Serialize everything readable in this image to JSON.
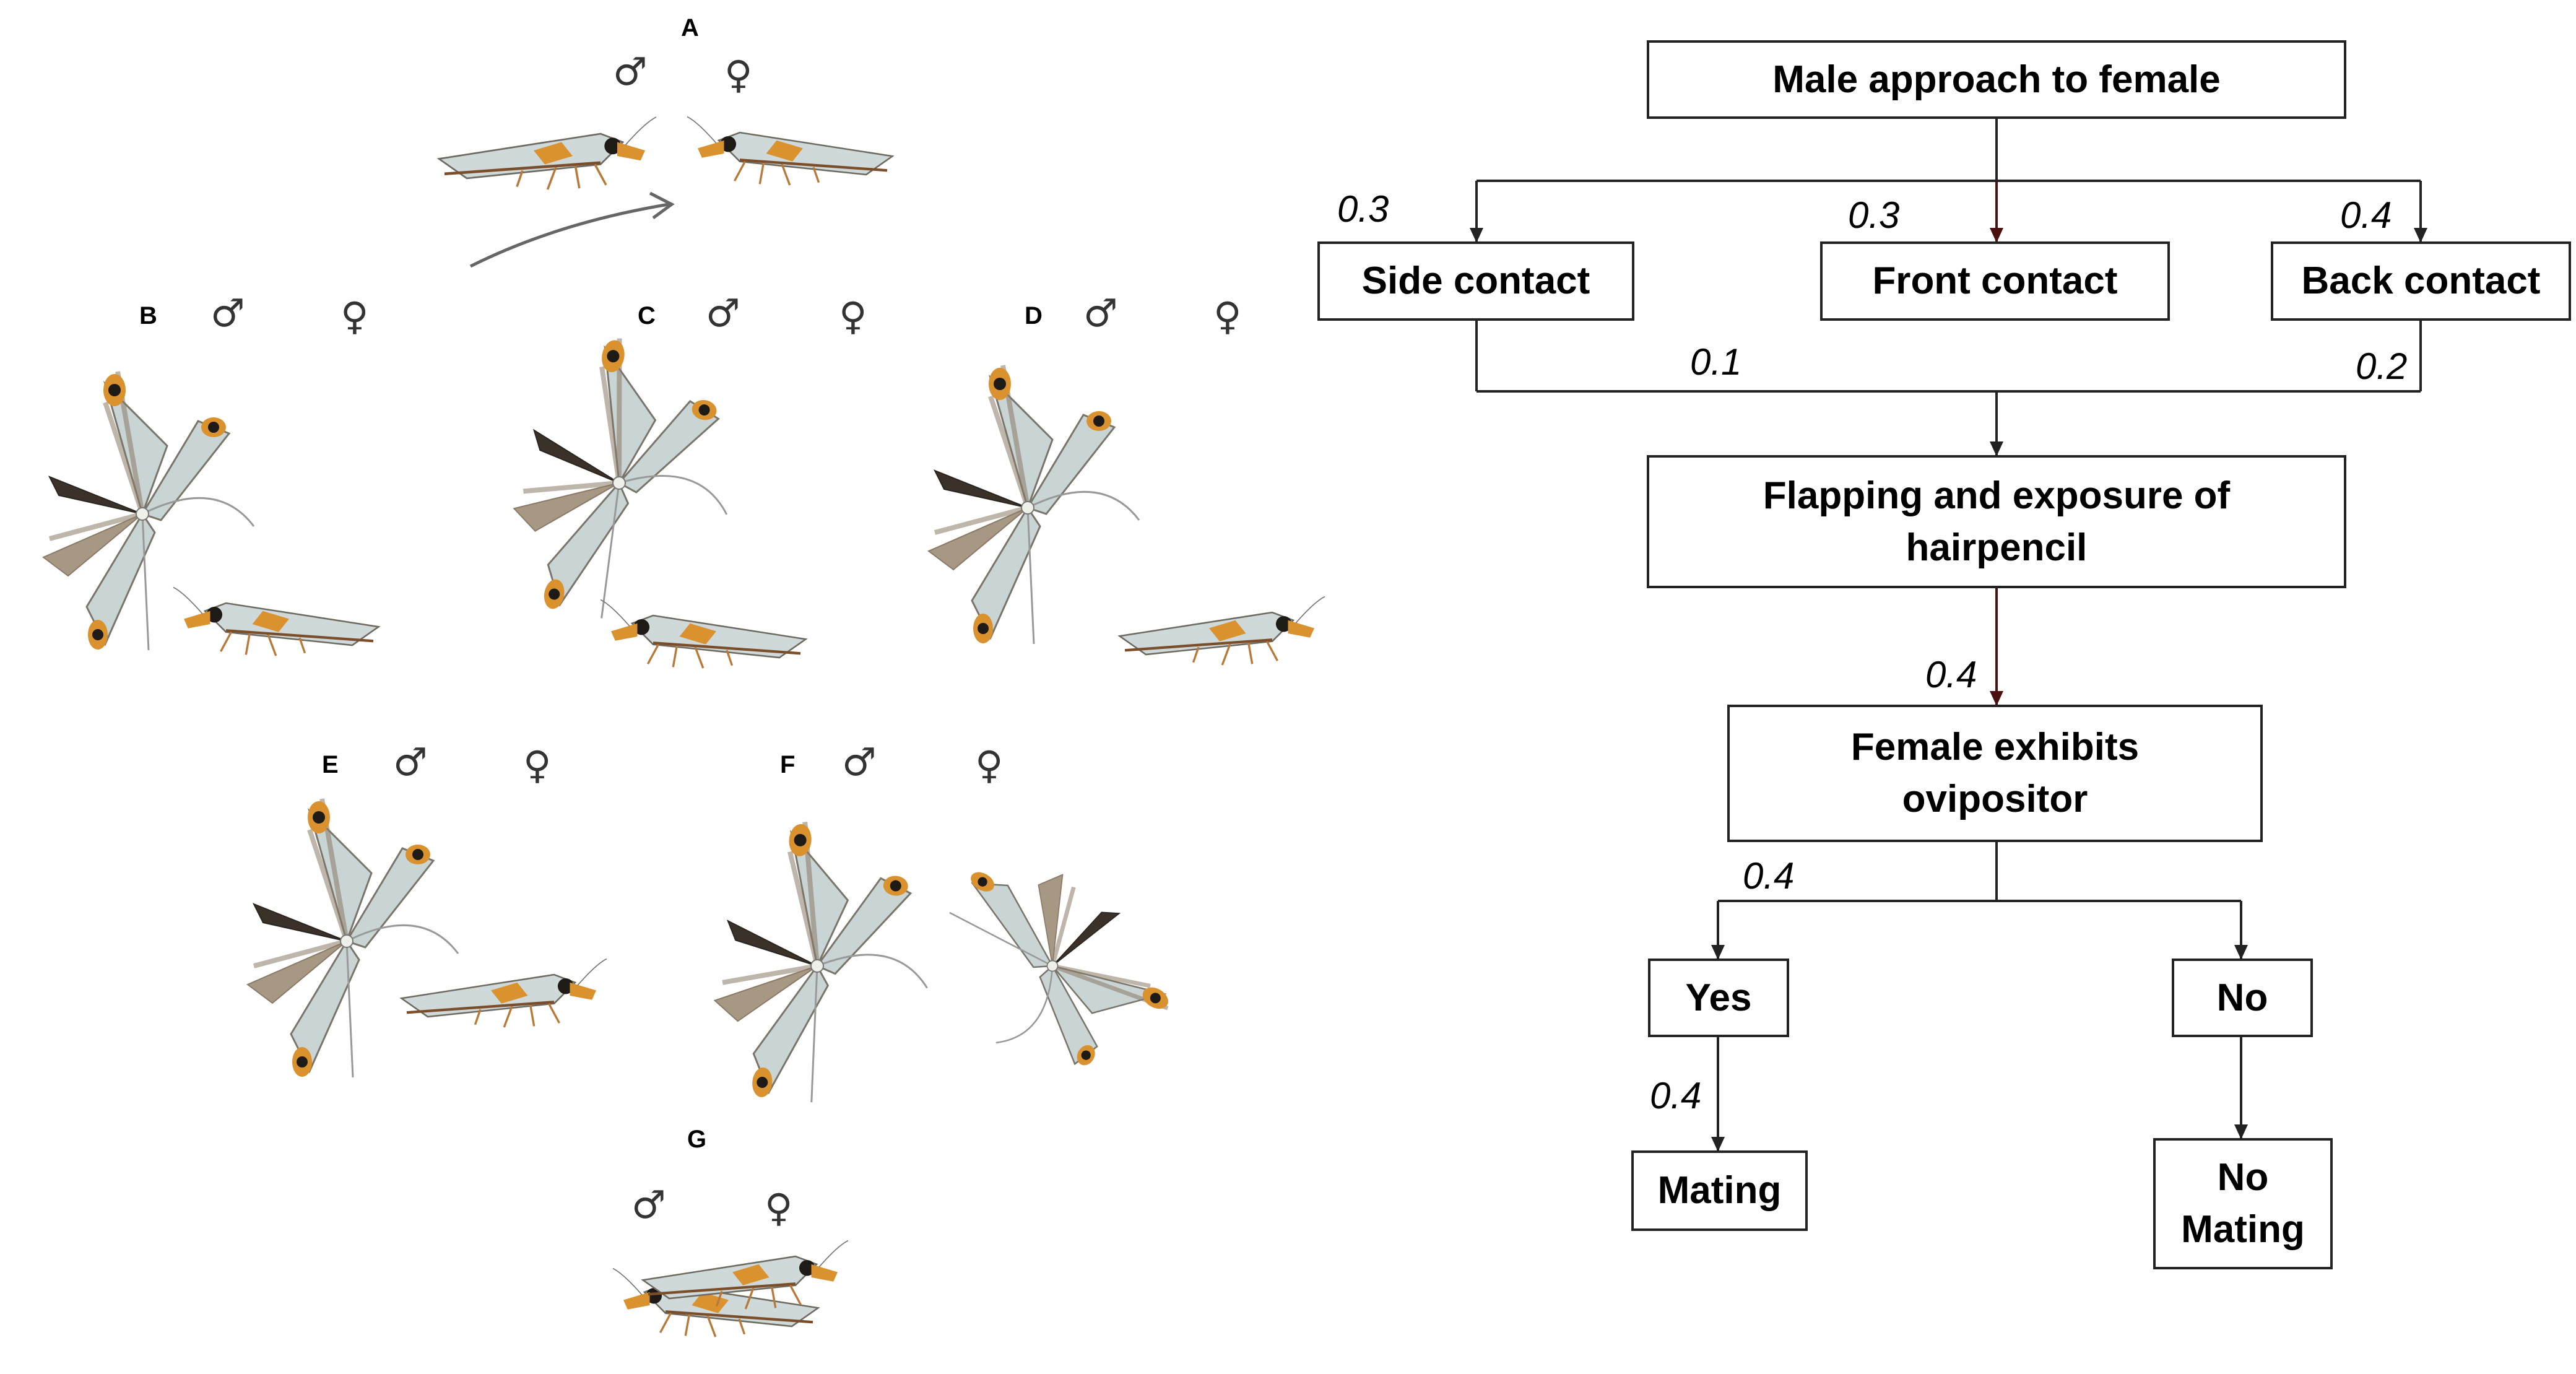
{
  "illustration": {
    "symbols": {
      "male": "♂",
      "female": "♀"
    },
    "panels": [
      {
        "id": "panel-a",
        "label": "A"
      },
      {
        "id": "panel-b",
        "label": "B"
      },
      {
        "id": "panel-c",
        "label": "C"
      },
      {
        "id": "panel-d",
        "label": "D"
      },
      {
        "id": "panel-e",
        "label": "E"
      },
      {
        "id": "panel-f",
        "label": "F"
      },
      {
        "id": "panel-g",
        "label": "G"
      }
    ],
    "colors": {
      "wing_silver": "#c9d4d4",
      "wing_fringe": "#8a7a68",
      "wing_dark": "#3a3228",
      "orange": "#d9922e",
      "green_tint": "#8fb88a"
    }
  },
  "flowchart": {
    "nodes": {
      "approach": "Male approach to female",
      "side": "Side contact",
      "front": "Front contact",
      "back": "Back contact",
      "flapping_line1": "Flapping and exposure of",
      "flapping_line2": "hairpencil",
      "ovipositor_line1": "Female exhibits",
      "ovipositor_line2": "ovipositor",
      "yes": "Yes",
      "no": "No",
      "mating": "Mating",
      "no_mating_line1": "No",
      "no_mating_line2": "Mating"
    },
    "probabilities": {
      "to_side": "0.3",
      "to_front": "0.3",
      "to_back": "0.4",
      "side_to_flapping": "0.1",
      "back_to_flapping": "0.2",
      "flapping_to_ovipositor": "0.4",
      "ovipositor_to_yes": "0.4",
      "yes_to_mating": "0.4"
    },
    "colors": {
      "line": "#222222",
      "arrow_dark_red": "#4a1010"
    }
  }
}
